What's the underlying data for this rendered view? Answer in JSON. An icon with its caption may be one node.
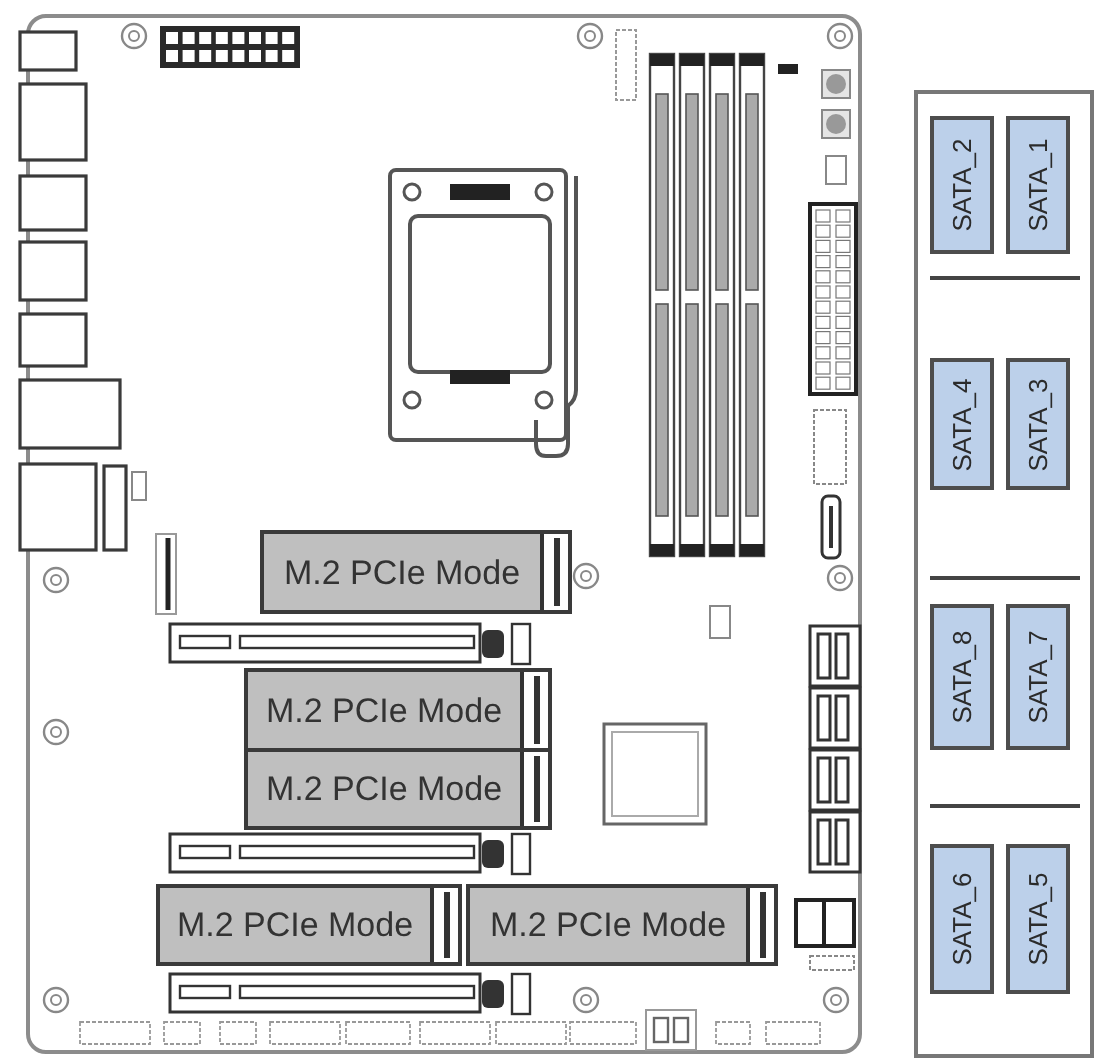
{
  "diagram": {
    "nodes": [
      {
        "text": [],
        "shape": "box"
      },
      {
        "text": [
          "M.2 PCIe Mode"
        ],
        "in": 0
      },
      {
        "text": [
          "M.2 PCIe Mode"
        ],
        "in": 0
      },
      {
        "text": [
          "M.2 PCIe Mode"
        ],
        "in": 0
      },
      {
        "text": [
          "M.2 PCIe Mode"
        ],
        "in": 0
      },
      {
        "text": [
          "M.2 PCIe Mode"
        ],
        "in": 0
      },
      {
        "text": [],
        "shape": "box"
      },
      {
        "text": [
          "SATA_2"
        ],
        "in": 6
      },
      {
        "text": [
          "SATA_1"
        ],
        "in": 6
      },
      {
        "text": [
          "SATA_4"
        ],
        "in": 6
      },
      {
        "text": [
          "SATA_3"
        ],
        "in": 6
      },
      {
        "text": [
          "SATA_8"
        ],
        "in": 6
      },
      {
        "text": [
          "SATA_7"
        ],
        "in": 6
      },
      {
        "text": [
          "SATA_6"
        ],
        "in": 6
      },
      {
        "text": [
          "SATA_5"
        ],
        "in": 6
      }
    ]
  }
}
